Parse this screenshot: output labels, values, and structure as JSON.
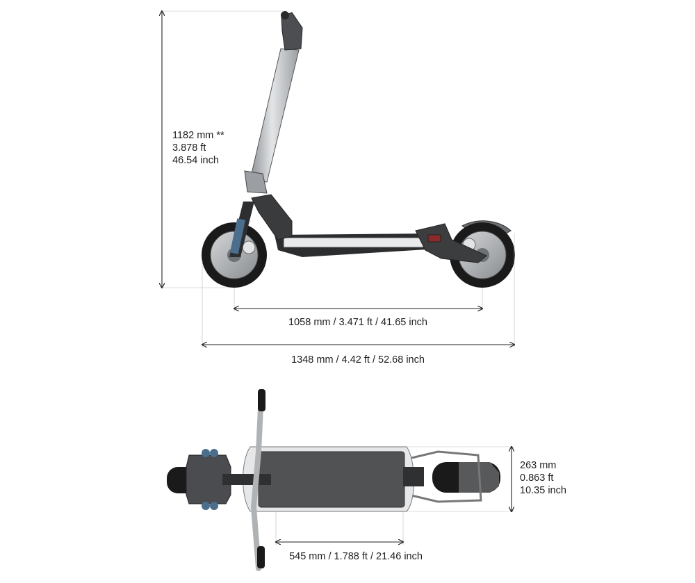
{
  "dimensions": {
    "height": {
      "line1": "1182 mm **",
      "line2": "3.878 ft",
      "line3": "46.54 inch"
    },
    "wheelbase": "1058 mm / 3.471 ft / 41.65 inch",
    "total_length": "1348 mm / 4.42 ft / 52.68 inch",
    "width": {
      "line1": "263 mm",
      "line2": "0.863 ft",
      "line3": "10.35 inch"
    },
    "deck_length": "545 mm / 1.788 ft / 21.46 inch"
  },
  "colors": {
    "tire": "#1a1a1a",
    "frame": "#3a3a3a",
    "stem": "#b9bdc1",
    "accent": "#4a6e8c",
    "deck": "#505254",
    "line": "#222222"
  }
}
